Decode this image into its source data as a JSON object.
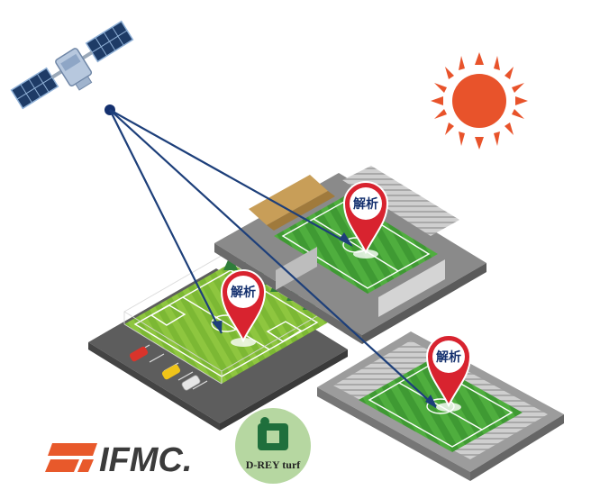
{
  "pins": [
    {
      "label": "解析"
    },
    {
      "label": "解析"
    },
    {
      "label": "解析"
    }
  ],
  "logos": {
    "ifmc": "IFMC.",
    "drey": "D-REY turf"
  },
  "colors": {
    "beam": "#1d3f7a",
    "sun": "#e8532b",
    "pin": "#d8232f",
    "field": "#3d9a3a",
    "ifmc_orange": "#e8592b"
  },
  "icons": [
    "satellite-icon",
    "sun-icon",
    "location-pin-icon",
    "stadium-icon",
    "sports-field-icon",
    "car-icon"
  ]
}
